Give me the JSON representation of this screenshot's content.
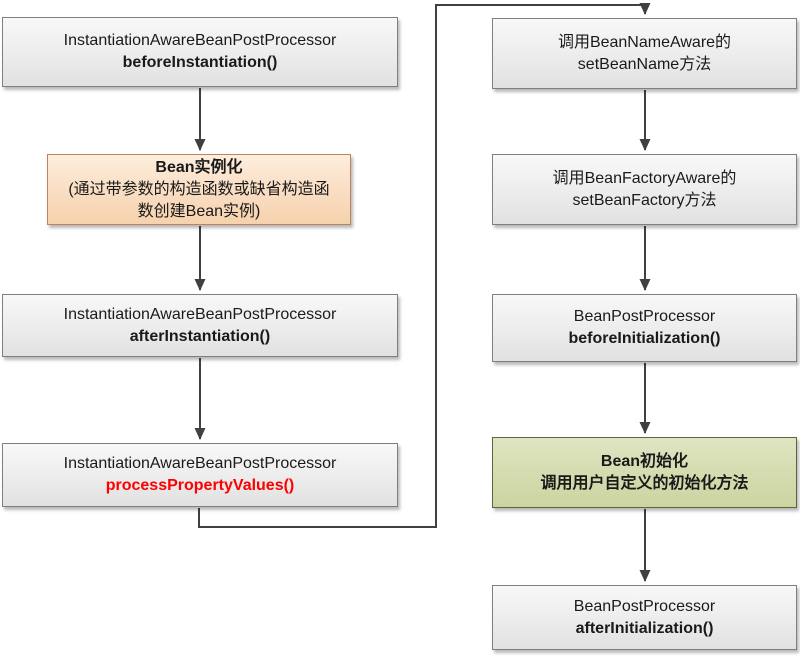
{
  "nodes": {
    "l1": {
      "line1": "InstantiationAwareBeanPostProcessor",
      "line2": "beforeInstantiation()"
    },
    "l2": {
      "line1": "Bean实例化",
      "line2": "(通过带参数的构造函数或缺省构造函数创建Bean实例)"
    },
    "l3": {
      "line1": "InstantiationAwareBeanPostProcessor",
      "line2": "afterInstantiation()"
    },
    "l4": {
      "line1": "InstantiationAwareBeanPostProcessor",
      "line2": "processPropertyValues()"
    },
    "r1": {
      "line1": "调用BeanNameAware的",
      "line2": "setBeanName方法"
    },
    "r2": {
      "line1": "调用BeanFactoryAware的",
      "line2": "setBeanFactory方法"
    },
    "r3": {
      "line1": "BeanPostProcessor",
      "line2": "beforeInitialization()"
    },
    "r4": {
      "line1": "Bean初始化",
      "line2": "调用用户自定义的初始化方法"
    },
    "r5": {
      "line1": "BeanPostProcessor",
      "line2": "afterInitialization()"
    }
  },
  "colors": {
    "box_fill": "#ececec",
    "box_border": "#7f7f7f",
    "instantiate_fill": "#f9ddc2",
    "instantiate_border": "#bc8360",
    "initialize_fill": "#d4dbae",
    "initialize_border": "#5c663a",
    "arrow": "#404040",
    "emphasis_red": "#ff0000"
  }
}
